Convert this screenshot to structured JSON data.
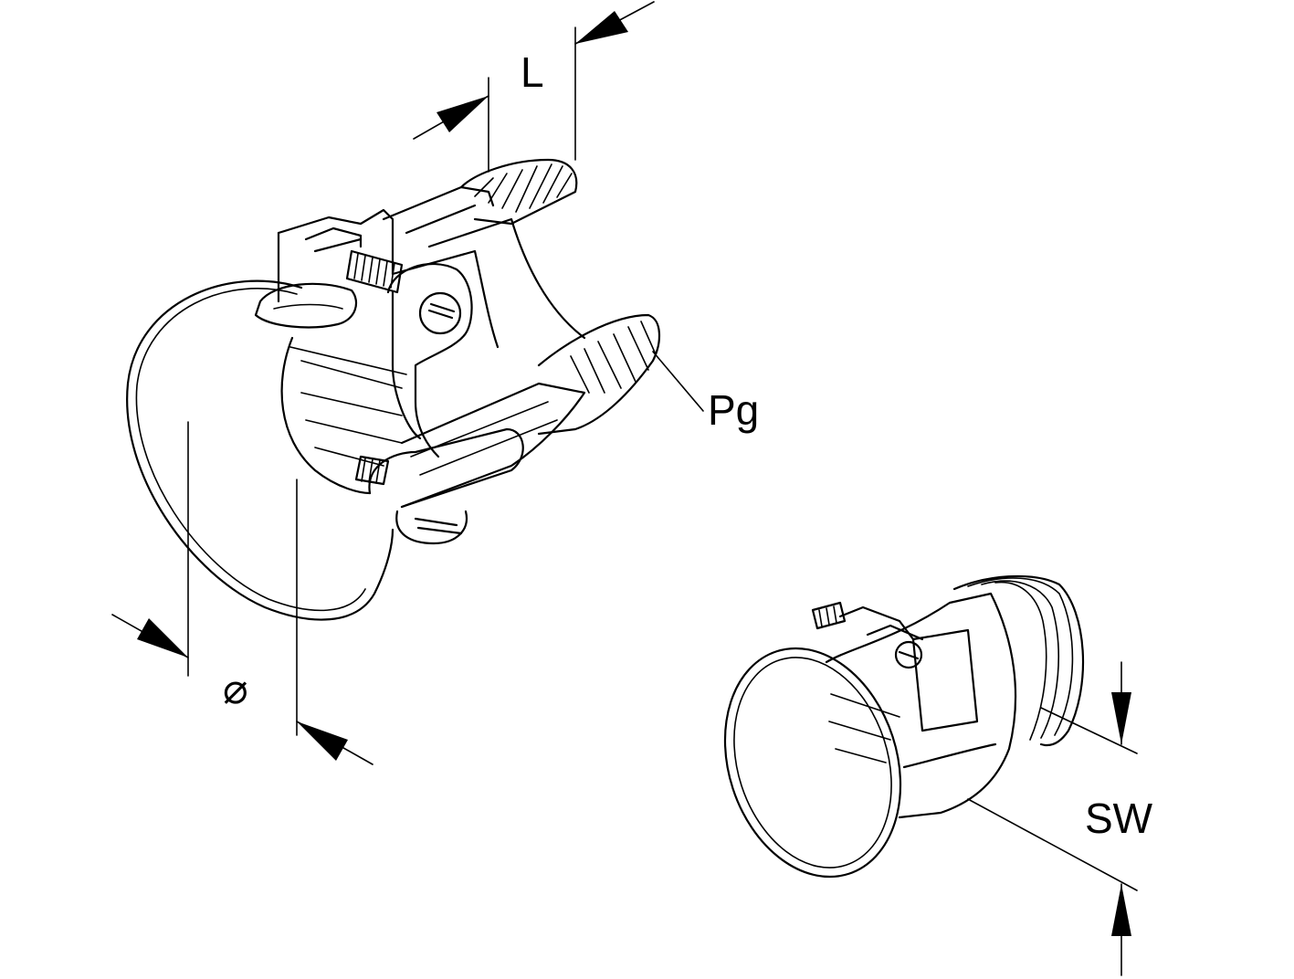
{
  "labels": {
    "length": "L",
    "thread": "Pg",
    "diameter": "⌀",
    "width_across_flats": "SW"
  }
}
